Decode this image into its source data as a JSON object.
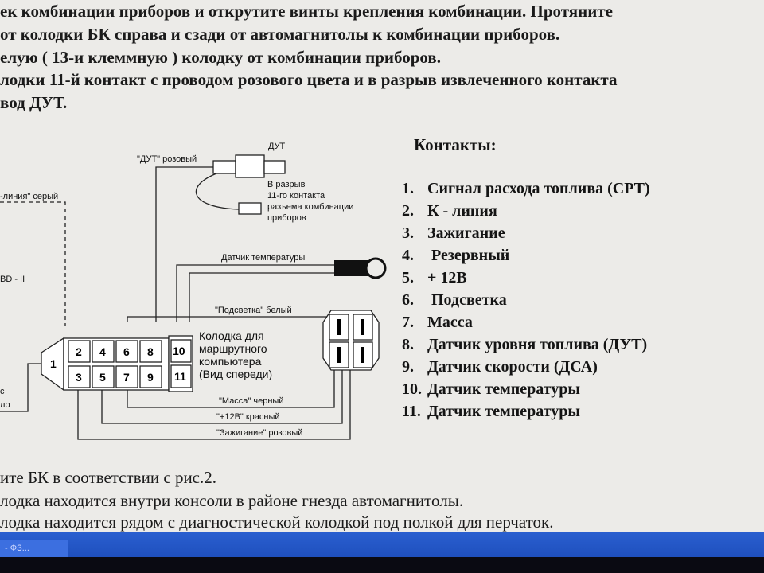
{
  "document": {
    "top_lines": [
      "ек комбинации приборов и открутите винты крепления комбинации. Протяните",
      "от  колодки БК справа и сзади от автомагнитолы к комбинации приборов.",
      "елую ( 13-и клеммную ) колодку  от комбинации приборов.",
      "лодки 11-й контакт с проводом розового цвета и в разрыв извлеченного контакта",
      "вод ДУТ."
    ],
    "bottom_lines": [
      "ите БК в соответствии с рис.2.",
      "лодка находится внутри консоли в районе гнезда автомагнитолы.",
      "лодка находится рядом с диагностической колодкой под полкой для перчаток."
    ]
  },
  "contacts": {
    "title": "Контакты:",
    "items": [
      {
        "num": "1.",
        "label": "Сигнал расхода топлива (СРТ)"
      },
      {
        "num": "2.",
        "label": "К - линия"
      },
      {
        "num": "3.",
        "label": "Зажигание"
      },
      {
        "num": "4.",
        "label": " Резервный"
      },
      {
        "num": "5.",
        "label": "+ 12В"
      },
      {
        "num": " 6.",
        "label": " Подсветка"
      },
      {
        "num": "7.",
        "label": "Масса"
      },
      {
        "num": "8.",
        "label": "Датчик уровня топлива (ДУТ)"
      },
      {
        "num": "9.",
        "label": "Датчик скорости (ДСА)"
      },
      {
        "num": "10.",
        "label": "Датчик температуры"
      },
      {
        "num": "11.",
        "label": "Датчик температуры"
      }
    ]
  },
  "diagram": {
    "labels": {
      "dut_pink": "\"ДУТ\" розовый",
      "dut": "ДУТ",
      "break_1": "В разрыв",
      "break_2": "11-го контакта",
      "break_3": "разъема комбинации",
      "break_4": "приборов",
      "k_line": "-линия\" серый",
      "obd": "BD - II",
      "temp_sensor": "Датчик температуры",
      "backlight": "\"Подсветка\" белый",
      "conn_1": "Колодка для",
      "conn_2": "маршрутного",
      "conn_3": "компьютера",
      "conn_4": "(Вид спереди)",
      "mass": "\"Масса\" черный",
      "plus12": "\"+12В\" красный",
      "ignition": "\"Зажигание\" розовый",
      "edge_c": "с",
      "edge_lo": "ло"
    },
    "pins_top": [
      "2",
      "4",
      "6",
      "8"
    ],
    "pins_bottom": [
      "3",
      "5",
      "7",
      "9"
    ],
    "pin_1": "1",
    "pin_10": "10",
    "pin_11": "11"
  },
  "taskbar": {
    "item": "- ФЗ..."
  }
}
